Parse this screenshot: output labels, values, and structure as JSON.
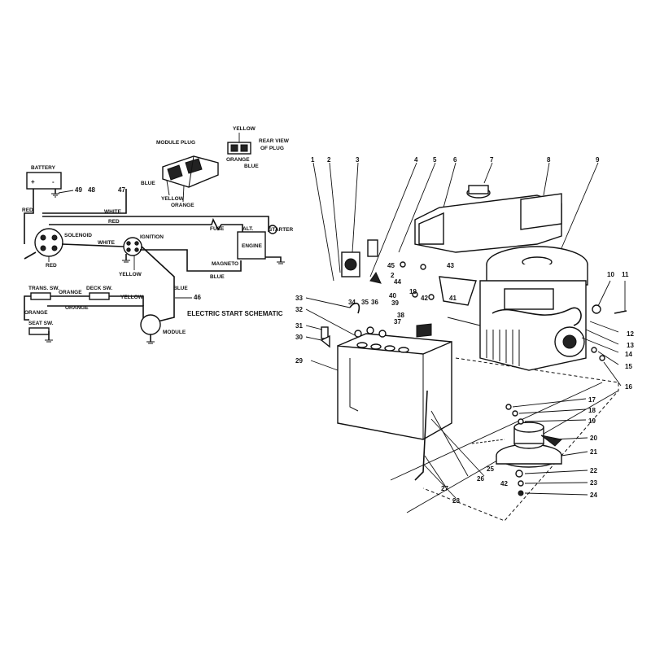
{
  "schematic": {
    "title": "ELECTRIC START SCHEMATIC",
    "battery": "BATTERY",
    "battery_plus": "+",
    "battery_minus": "-",
    "module_plug": "MODULE PLUG",
    "rear_view": "REAR VIEW",
    "of_plug": "OF PLUG",
    "solenoid": "SOLENOID",
    "ignition": "IGNITION",
    "fuse": "FUSE",
    "alt": "ALT.",
    "starter": "STARTER",
    "engine": "ENGINE",
    "magneto": "MAGNETO",
    "trans_sw": "TRANS. SW.",
    "deck_sw": "DECK SW.",
    "seat_sw": "SEAT SW.",
    "module": "MODULE",
    "wires": {
      "red": "RED",
      "white": "WHITE",
      "blue": "BLUE",
      "yellow": "YELLOW",
      "orange": "ORANGE"
    },
    "refs": {
      "r49": "49",
      "r48": "48",
      "r47": "47",
      "r46": "46"
    }
  },
  "parts": {
    "top_row": [
      "1",
      "2",
      "3",
      "4",
      "5",
      "6",
      "7",
      "8",
      "9"
    ],
    "right_col": [
      "10",
      "11",
      "12",
      "13",
      "14",
      "15",
      "16"
    ],
    "lower_right": [
      "17",
      "18",
      "19",
      "20",
      "21",
      "22",
      "23",
      "24"
    ],
    "bottom": [
      "25",
      "26",
      "27",
      "28",
      "42"
    ],
    "left_col": [
      "29",
      "30",
      "31",
      "32",
      "33"
    ],
    "middle": [
      "34",
      "35",
      "36",
      "37",
      "38",
      "39",
      "40",
      "41",
      "42",
      "43",
      "44",
      "45",
      "2",
      "19"
    ]
  }
}
